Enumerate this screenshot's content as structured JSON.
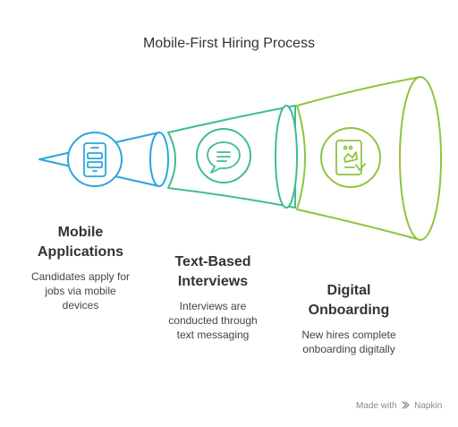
{
  "title": "Mobile-First Hiring Process",
  "stages": [
    {
      "heading_lines": [
        "Mobile",
        "Applications"
      ],
      "description_lines": [
        "Candidates apply for",
        "jobs via mobile",
        "devices"
      ],
      "icon": "smartphone-list-icon",
      "color": "#2aa6dc"
    },
    {
      "heading_lines": [
        "Text-Based",
        "Interviews"
      ],
      "description_lines": [
        "Interviews are",
        "conducted through",
        "text messaging"
      ],
      "icon": "chat-bubble-icon",
      "color": "#3fbd8f"
    },
    {
      "heading_lines": [
        "Digital",
        "Onboarding"
      ],
      "description_lines": [
        "New hires complete",
        "onboarding digitally"
      ],
      "icon": "mobile-checklist-icon",
      "color": "#8fc43e"
    }
  ],
  "watermark": {
    "prefix": "Made with",
    "brand": "Napkin",
    "icon": "napkin-logo-icon"
  }
}
